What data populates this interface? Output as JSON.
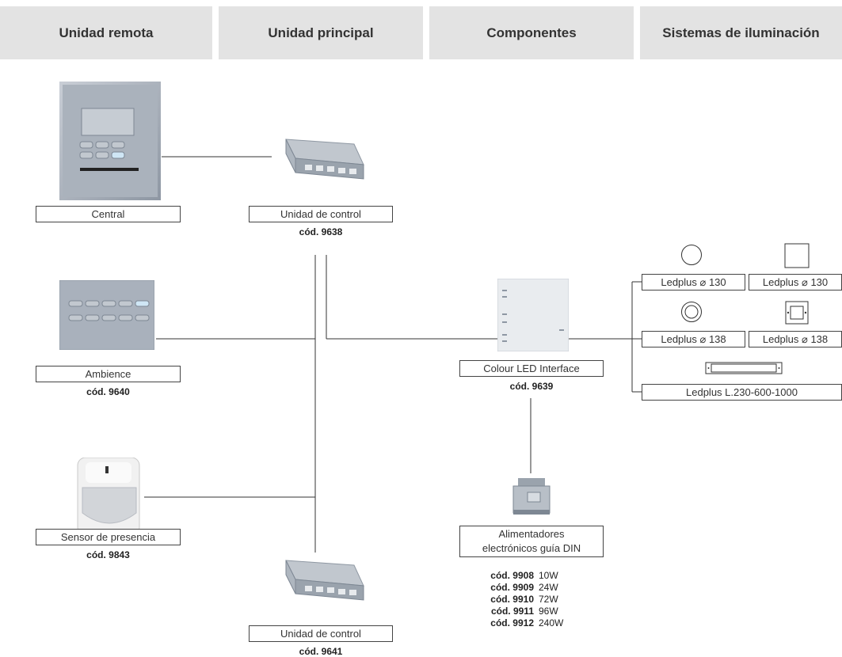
{
  "headers": [
    "Unidad remota",
    "Unidad principal",
    "Componentes",
    "Sistemas de iluminación"
  ],
  "remote": {
    "central": {
      "label": "Central"
    },
    "ambience": {
      "label": "Ambience",
      "code": "cód. 9640"
    },
    "sensor": {
      "label": "Sensor de presencia",
      "code": "cód. 9843"
    }
  },
  "main": {
    "control_top": {
      "label": "Unidad de control",
      "code": "cód. 9638"
    },
    "control_bottom": {
      "label": "Unidad de control",
      "code": "cód. 9641"
    }
  },
  "components": {
    "led_interface": {
      "label": "Colour LED Interface",
      "code": "cód. 9639"
    },
    "power": {
      "label_line1": "Alimentadores",
      "label_line2": "electrónicos guía DIN",
      "models": [
        {
          "code": "cód. 9908",
          "watt": "10W"
        },
        {
          "code": "cód. 9909",
          "watt": "24W"
        },
        {
          "code": "cód. 9910",
          "watt": "72W"
        },
        {
          "code": "cód. 9911",
          "watt": "96W"
        },
        {
          "code": "cód. 9912",
          "watt": "240W"
        }
      ]
    }
  },
  "lighting": {
    "round_130": "Ledplus ⌀ 130",
    "square_130": "Ledplus ⌀ 130",
    "round_138": "Ledplus ⌀ 138",
    "square_138": "Ledplus ⌀ 138",
    "linear": "Ledplus L.230-600-1000"
  }
}
